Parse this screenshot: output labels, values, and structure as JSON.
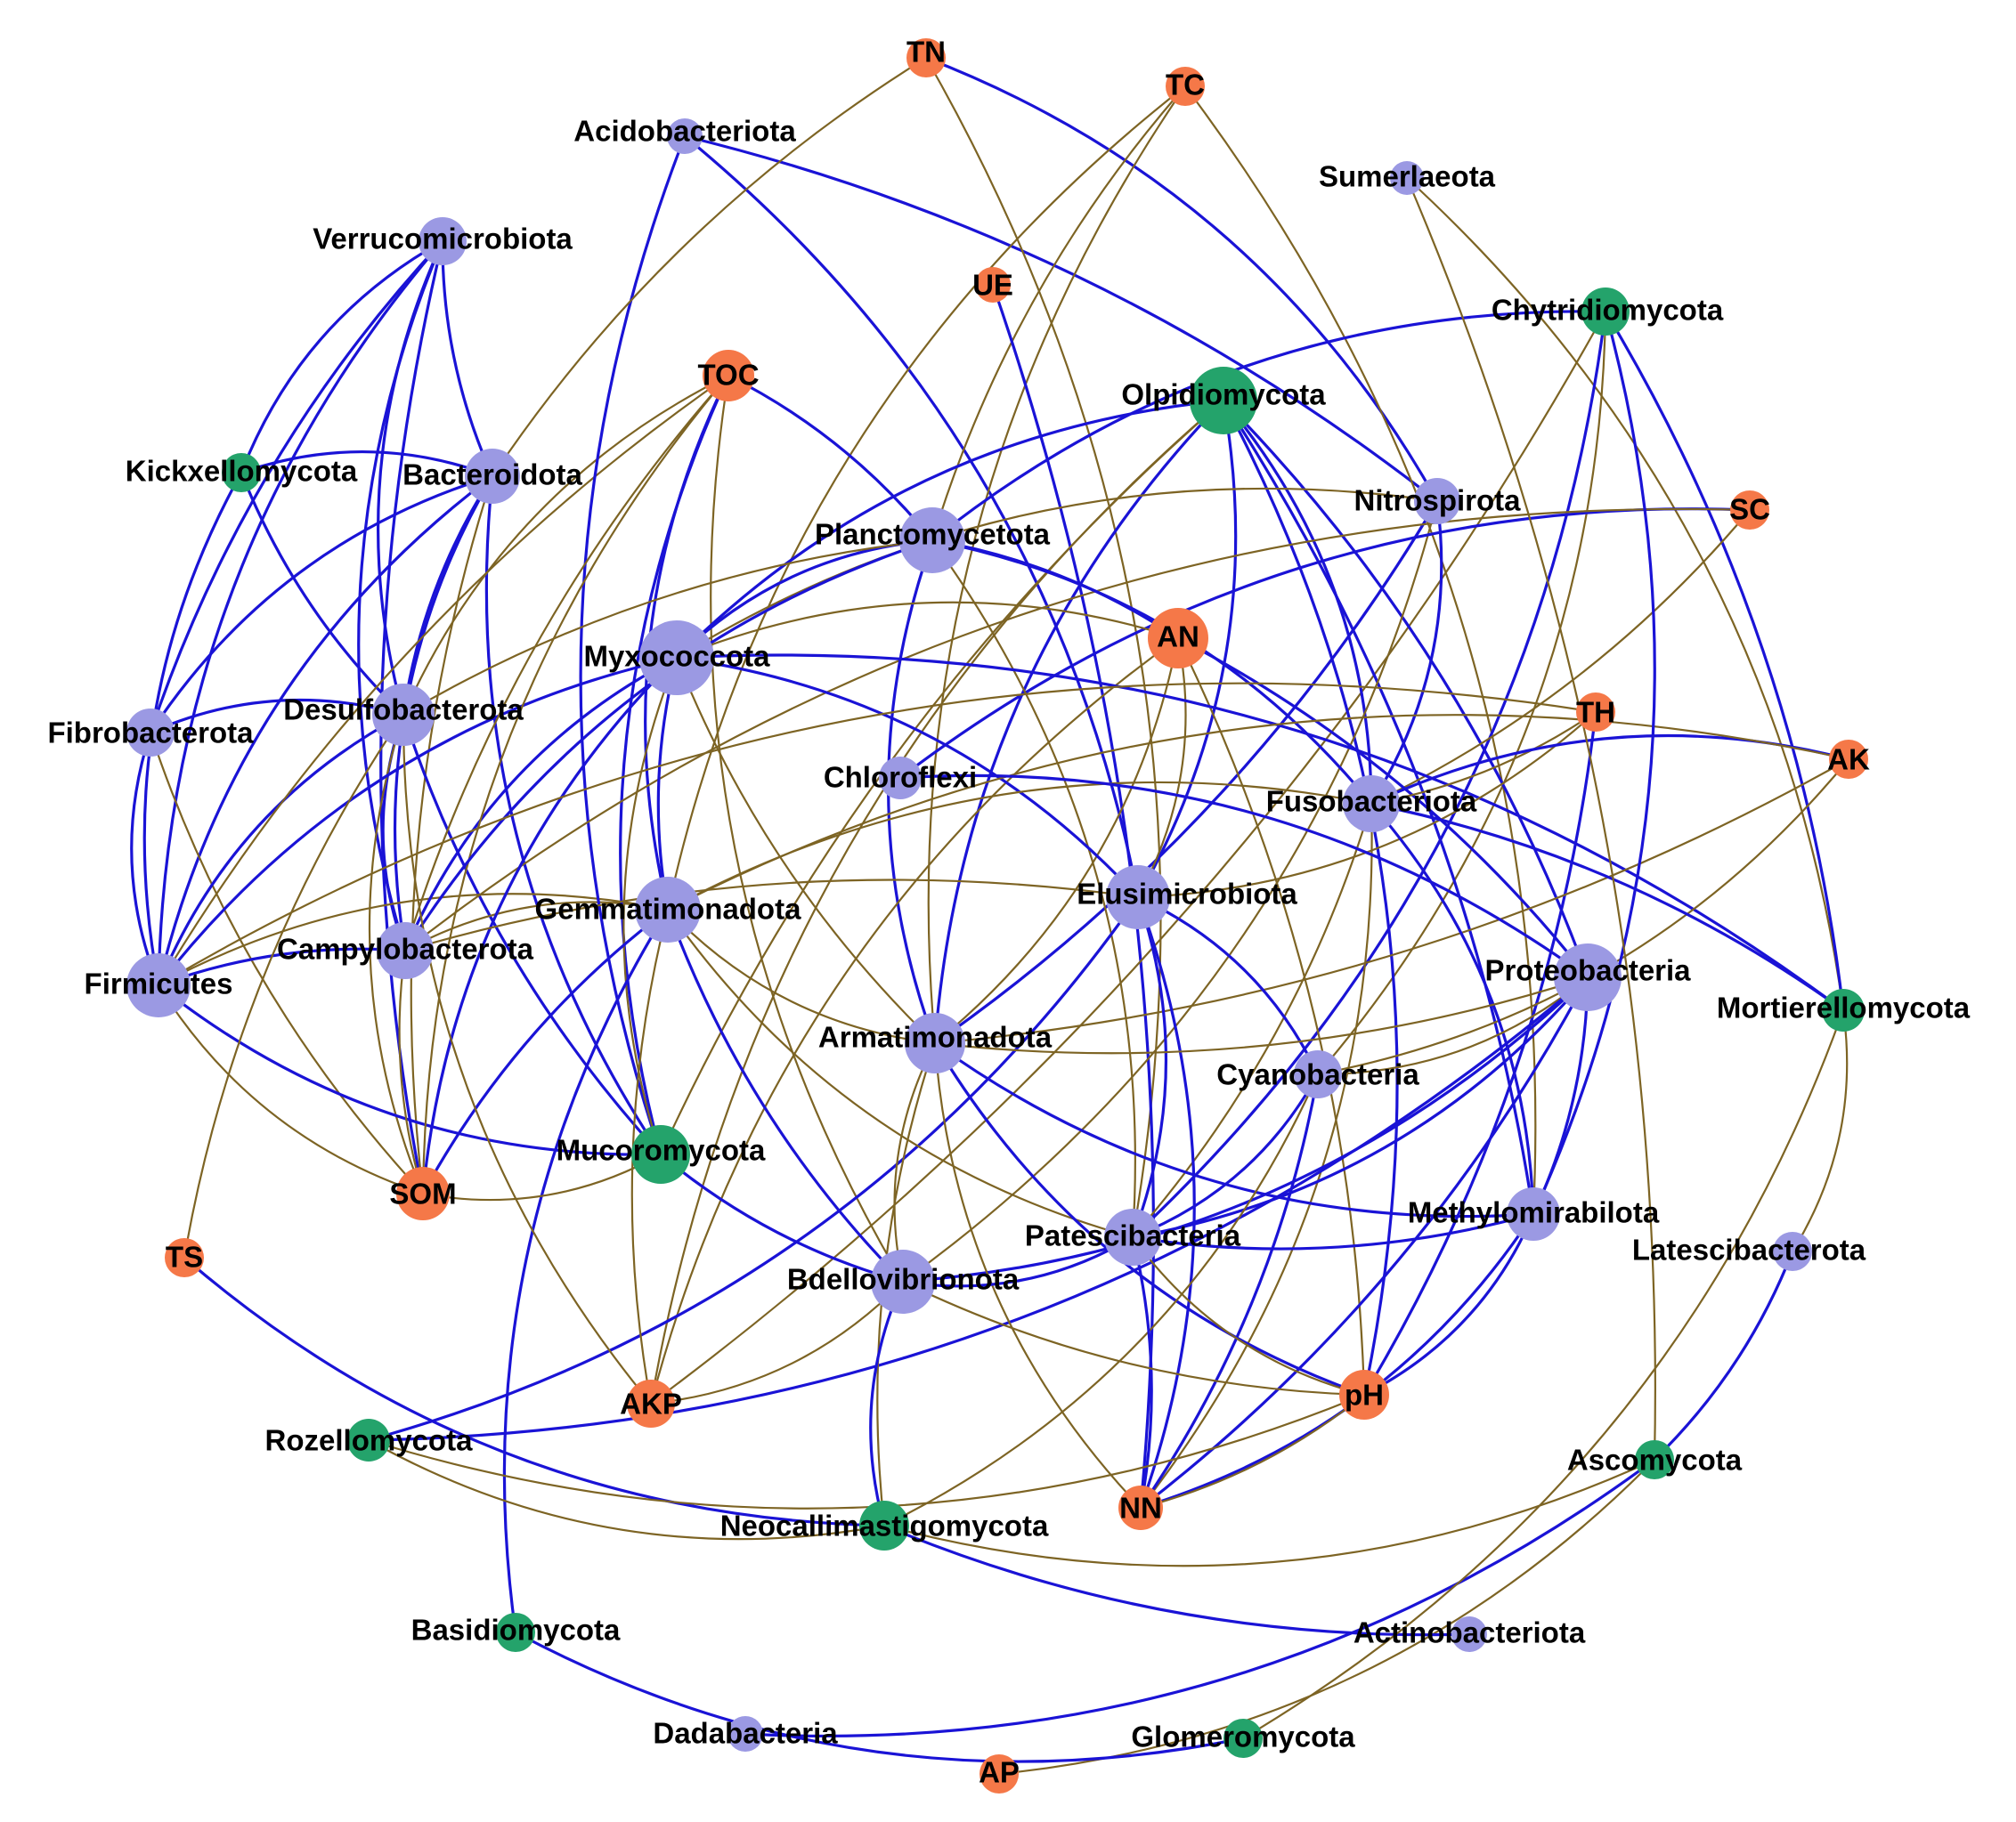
{
  "colors": {
    "bacteria": "#9b99e3",
    "fungi": "#24a36b",
    "environment": "#f57848",
    "edge_blue": "#1a13d6",
    "edge_brown": "#7d6424"
  },
  "nodes": [
    {
      "id": "TN",
      "label": "TN",
      "group": "environment"
    },
    {
      "id": "TC",
      "label": "TC",
      "group": "environment"
    },
    {
      "id": "Acidobacteriota",
      "label": "Acidobacteriota",
      "group": "bacteria"
    },
    {
      "id": "Sumerlaeota",
      "label": "Sumerlaeota",
      "group": "bacteria"
    },
    {
      "id": "Verrucomicrobiota",
      "label": "Verrucomicrobiota",
      "group": "bacteria"
    },
    {
      "id": "UE",
      "label": "UE",
      "group": "environment"
    },
    {
      "id": "Chytridiomycota",
      "label": "Chytridiomycota",
      "group": "fungi"
    },
    {
      "id": "TOC",
      "label": "TOC",
      "group": "environment"
    },
    {
      "id": "Olpidiomycota",
      "label": "Olpidiomycota",
      "group": "fungi"
    },
    {
      "id": "Kickxellomycota",
      "label": "Kickxellomycota",
      "group": "fungi"
    },
    {
      "id": "Bacteroidota",
      "label": "Bacteroidota",
      "group": "bacteria"
    },
    {
      "id": "Nitrospirota",
      "label": "Nitrospirota",
      "group": "bacteria"
    },
    {
      "id": "SC",
      "label": "SC",
      "group": "environment"
    },
    {
      "id": "Planctomycetota",
      "label": "Planctomycetota",
      "group": "bacteria"
    },
    {
      "id": "AN",
      "label": "AN",
      "group": "environment"
    },
    {
      "id": "Myxococcota",
      "label": "Myxococcota",
      "group": "bacteria"
    },
    {
      "id": "Desulfobacterota",
      "label": "Desulfobacterota",
      "group": "bacteria"
    },
    {
      "id": "TH",
      "label": "TH",
      "group": "environment"
    },
    {
      "id": "Fibrobacterota",
      "label": "Fibrobacterota",
      "group": "bacteria"
    },
    {
      "id": "AK",
      "label": "AK",
      "group": "environment"
    },
    {
      "id": "Chloroflexi",
      "label": "Chloroflexi",
      "group": "bacteria"
    },
    {
      "id": "Fusobacteriota",
      "label": "Fusobacteriota",
      "group": "bacteria"
    },
    {
      "id": "Elusimicrobiota",
      "label": "Elusimicrobiota",
      "group": "bacteria"
    },
    {
      "id": "Gemmatimonadota",
      "label": "Gemmatimonadota",
      "group": "bacteria"
    },
    {
      "id": "Campylobacterota",
      "label": "Campylobacterota",
      "group": "bacteria"
    },
    {
      "id": "Proteobacteria",
      "label": "Proteobacteria",
      "group": "bacteria"
    },
    {
      "id": "Firmicutes",
      "label": "Firmicutes",
      "group": "bacteria"
    },
    {
      "id": "Mortierellomycota",
      "label": "Mortierellomycota",
      "group": "fungi"
    },
    {
      "id": "Armatimonadota",
      "label": "Armatimonadota",
      "group": "bacteria"
    },
    {
      "id": "Cyanobacteria",
      "label": "Cyanobacteria",
      "group": "bacteria"
    },
    {
      "id": "Mucoromycota",
      "label": "Mucoromycota",
      "group": "fungi"
    },
    {
      "id": "SOM",
      "label": "SOM",
      "group": "environment"
    },
    {
      "id": "Methylomirabilota",
      "label": "Methylomirabilota",
      "group": "bacteria"
    },
    {
      "id": "Patescibacteria",
      "label": "Patescibacteria",
      "group": "bacteria"
    },
    {
      "id": "TS",
      "label": "TS",
      "group": "environment"
    },
    {
      "id": "Latescibacterota",
      "label": "Latescibacterota",
      "group": "bacteria"
    },
    {
      "id": "Bdellovibrionota",
      "label": "Bdellovibrionota",
      "group": "bacteria"
    },
    {
      "id": "pH",
      "label": "pH",
      "group": "environment"
    },
    {
      "id": "AKP",
      "label": "AKP",
      "group": "environment"
    },
    {
      "id": "Rozellomycota",
      "label": "Rozellomycota",
      "group": "fungi"
    },
    {
      "id": "Ascomycota",
      "label": "Ascomycota",
      "group": "fungi"
    },
    {
      "id": "NN",
      "label": "NN",
      "group": "environment"
    },
    {
      "id": "Neocallimastigomycota",
      "label": "Neocallimastigomycota",
      "group": "fungi"
    },
    {
      "id": "Basidiomycota",
      "label": "Basidiomycota",
      "group": "fungi"
    },
    {
      "id": "Actinobacteriota",
      "label": "Actinobacteriota",
      "group": "bacteria"
    },
    {
      "id": "Dadabacteria",
      "label": "Dadabacteria",
      "group": "bacteria"
    },
    {
      "id": "Glomeromycota",
      "label": "Glomeromycota",
      "group": "fungi"
    },
    {
      "id": "AP",
      "label": "AP",
      "group": "environment"
    }
  ],
  "edges": [
    [
      "Verrucomicrobiota",
      "Bacteroidota",
      "positive"
    ],
    [
      "Verrucomicrobiota",
      "Desulfobacterota",
      "positive"
    ],
    [
      "Verrucomicrobiota",
      "Kickxellomycota",
      "positive"
    ],
    [
      "Verrucomicrobiota",
      "Fibrobacterota",
      "positive"
    ],
    [
      "Verrucomicrobiota",
      "Firmicutes",
      "positive"
    ],
    [
      "Verrucomicrobiota",
      "Campylobacterota",
      "positive"
    ],
    [
      "Verrucomicrobiota",
      "SOM",
      "positive"
    ],
    [
      "Kickxellomycota",
      "Bacteroidota",
      "positive"
    ],
    [
      "Kickxellomycota",
      "Firmicutes",
      "positive"
    ],
    [
      "Kickxellomycota",
      "Desulfobacterota",
      "positive"
    ],
    [
      "Bacteroidota",
      "Firmicutes",
      "positive"
    ],
    [
      "Bacteroidota",
      "Fibrobacterota",
      "positive"
    ],
    [
      "Bacteroidota",
      "Desulfobacterota",
      "positive"
    ],
    [
      "Bacteroidota",
      "Campylobacterota",
      "positive"
    ],
    [
      "Bacteroidota",
      "Mucoromycota",
      "positive"
    ],
    [
      "Bacteroidota",
      "SOM",
      "negative"
    ],
    [
      "Fibrobacterota",
      "Desulfobacterota",
      "positive"
    ],
    [
      "Fibrobacterota",
      "Firmicutes",
      "positive"
    ],
    [
      "Fibrobacterota",
      "SOM",
      "negative"
    ],
    [
      "Desulfobacterota",
      "Firmicutes",
      "positive"
    ],
    [
      "Desulfobacterota",
      "Campylobacterota",
      "positive"
    ],
    [
      "Desulfobacterota",
      "Mucoromycota",
      "positive"
    ],
    [
      "Desulfobacterota",
      "SOM",
      "negative"
    ],
    [
      "Desulfobacterota",
      "TOC",
      "negative"
    ],
    [
      "Firmicutes",
      "Campylobacterota",
      "positive"
    ],
    [
      "Firmicutes",
      "Mucoromycota",
      "positive"
    ],
    [
      "Firmicutes",
      "SOM",
      "negative"
    ],
    [
      "Firmicutes",
      "TOC",
      "negative"
    ],
    [
      "Firmicutes",
      "Myxococcota",
      "positive"
    ],
    [
      "Firmicutes",
      "Gemmatimonadota",
      "negative"
    ],
    [
      "Campylobacterota",
      "SOM",
      "negative"
    ],
    [
      "Campylobacterota",
      "Myxococcota",
      "positive"
    ],
    [
      "Campylobacterota",
      "Gemmatimonadota",
      "negative"
    ],
    [
      "TS",
      "Desulfobacterota",
      "negative"
    ],
    [
      "TS",
      "Neocallimastigomycota",
      "positive"
    ],
    [
      "Acidobacteriota",
      "Mucoromycota",
      "positive"
    ],
    [
      "Acidobacteriota",
      "Nitrospirota",
      "positive"
    ],
    [
      "Acidobacteriota",
      "Elusimicrobiota",
      "positive"
    ],
    [
      "TN",
      "Nitrospirota",
      "positive"
    ],
    [
      "TN",
      "Bacteroidota",
      "negative"
    ],
    [
      "TN",
      "Patescibacteria",
      "negative"
    ],
    [
      "TC",
      "Armatimonadota",
      "negative"
    ],
    [
      "TC",
      "Planctomycetota",
      "negative"
    ],
    [
      "TC",
      "Gemmatimonadota",
      "negative"
    ],
    [
      "TC",
      "Methylomirabilota",
      "negative"
    ],
    [
      "TOC",
      "Planctomycetota",
      "positive"
    ],
    [
      "TOC",
      "Mucoromycota",
      "positive"
    ],
    [
      "TOC",
      "Gemmatimonadota",
      "positive"
    ],
    [
      "TOC",
      "Campylobacterota",
      "negative"
    ],
    [
      "TOC",
      "SOM",
      "negative"
    ],
    [
      "TOC",
      "Bdellovibrionota",
      "negative"
    ],
    [
      "UE",
      "NN",
      "positive"
    ],
    [
      "Sumerlaeota",
      "Mortierellomycota",
      "negative"
    ],
    [
      "Chytridiomycota",
      "Planctomycetota",
      "positive"
    ],
    [
      "Chytridiomycota",
      "Mortierellomycota",
      "positive"
    ],
    [
      "Chytridiomycota",
      "Patescibacteria",
      "positive"
    ],
    [
      "Chytridiomycota",
      "Cyanobacteria",
      "negative"
    ],
    [
      "Chytridiomycota",
      "AKP",
      "negative"
    ],
    [
      "Olpidiomycota",
      "Myxococcota",
      "positive"
    ],
    [
      "Olpidiomycota",
      "Fusobacteriota",
      "positive"
    ],
    [
      "Olpidiomycota",
      "Proteobacteria",
      "positive"
    ],
    [
      "Olpidiomycota",
      "Armatimonadota",
      "positive"
    ],
    [
      "Olpidiomycota",
      "Elusimicrobiota",
      "positive"
    ],
    [
      "Olpidiomycota",
      "Methylomirabilota",
      "positive"
    ],
    [
      "Olpidiomycota",
      "pH",
      "positive"
    ],
    [
      "Olpidiomycota",
      "AKP",
      "negative"
    ],
    [
      "Olpidiomycota",
      "Mucoromycota",
      "negative"
    ],
    [
      "Nitrospirota",
      "Myxococcota",
      "negative"
    ],
    [
      "Nitrospirota",
      "Fusobacteriota",
      "positive"
    ],
    [
      "Nitrospirota",
      "Armatimonadota",
      "positive"
    ],
    [
      "Nitrospirota",
      "Bdellovibrionota",
      "negative"
    ],
    [
      "SC",
      "Chloroflexi",
      "positive"
    ],
    [
      "SC",
      "Fusobacteriota",
      "negative"
    ],
    [
      "SC",
      "Campylobacterota",
      "negative"
    ],
    [
      "Planctomycetota",
      "Myxococcota",
      "positive"
    ],
    [
      "Planctomycetota",
      "AN",
      "positive"
    ],
    [
      "Planctomycetota",
      "Armatimonadota",
      "positive"
    ],
    [
      "Planctomycetota",
      "Campylobacterota",
      "positive"
    ],
    [
      "Planctomycetota",
      "Desulfobacterota",
      "negative"
    ],
    [
      "Planctomycetota",
      "Patescibacteria",
      "negative"
    ],
    [
      "Planctomycetota",
      "Fusobacteriota",
      "positive"
    ],
    [
      "AN",
      "Proteobacteria",
      "positive"
    ],
    [
      "AN",
      "Elusimicrobiota",
      "negative"
    ],
    [
      "AN",
      "Myxococcota",
      "negative"
    ],
    [
      "AN",
      "pH",
      "negative"
    ],
    [
      "AN",
      "Armatimonadota",
      "negative"
    ],
    [
      "AN",
      "AKP",
      "negative"
    ],
    [
      "Myxococcota",
      "Gemmatimonadota",
      "positive"
    ],
    [
      "Myxococcota",
      "Elusimicrobiota",
      "positive"
    ],
    [
      "Myxococcota",
      "Mortierellomycota",
      "positive"
    ],
    [
      "Myxococcota",
      "Armatimonadota",
      "negative"
    ],
    [
      "Myxococcota",
      "SOM",
      "positive"
    ],
    [
      "Myxococcota",
      "Mucoromycota",
      "negative"
    ],
    [
      "TH",
      "Fusobacteriota",
      "negative"
    ],
    [
      "TH",
      "Firmicutes",
      "negative"
    ],
    [
      "TH",
      "Elusimicrobiota",
      "negative"
    ],
    [
      "TH",
      "pH",
      "positive"
    ],
    [
      "AK",
      "Fusobacteriota",
      "positive"
    ],
    [
      "AK",
      "Gemmatimonadota",
      "negative"
    ],
    [
      "AK",
      "Armatimonadota",
      "negative"
    ],
    [
      "AK",
      "Cyanobacteria",
      "negative"
    ],
    [
      "Fusobacteriota",
      "Methylomirabilota",
      "positive"
    ],
    [
      "Fusobacteriota",
      "Mortierellomycota",
      "positive"
    ],
    [
      "Fusobacteriota",
      "Gemmatimonadota",
      "negative"
    ],
    [
      "Fusobacteriota",
      "NN",
      "negative"
    ],
    [
      "Fusobacteriota",
      "Patescibacteria",
      "negative"
    ],
    [
      "Elusimicrobiota",
      "Patescibacteria",
      "positive"
    ],
    [
      "Elusimicrobiota",
      "Cyanobacteria",
      "positive"
    ],
    [
      "Elusimicrobiota",
      "Campylobacterota",
      "negative"
    ],
    [
      "Elusimicrobiota",
      "Rozellomycota",
      "positive"
    ],
    [
      "Elusimicrobiota",
      "NN",
      "positive"
    ],
    [
      "Gemmatimonadota",
      "Bdellovibrionota",
      "positive"
    ],
    [
      "Gemmatimonadota",
      "Armatimonadota",
      "negative"
    ],
    [
      "Gemmatimonadota",
      "Patescibacteria",
      "negative"
    ],
    [
      "Gemmatimonadota",
      "SOM",
      "positive"
    ],
    [
      "Gemmatimonadota",
      "Basidiomycota",
      "positive"
    ],
    [
      "Proteobacteria",
      "Patescibacteria",
      "positive"
    ],
    [
      "Proteobacteria",
      "Methylomirabilota",
      "positive"
    ],
    [
      "Proteobacteria",
      "Bdellovibrionota",
      "positive"
    ],
    [
      "Proteobacteria",
      "Cyanobacteria",
      "negative"
    ],
    [
      "Proteobacteria",
      "Armatimonadota",
      "negative"
    ],
    [
      "Proteobacteria",
      "Chloroflexi",
      "positive"
    ],
    [
      "Proteobacteria",
      "Rozellomycota",
      "positive"
    ],
    [
      "Proteobacteria",
      "NN",
      "positive"
    ],
    [
      "Armatimonadota",
      "pH",
      "positive"
    ],
    [
      "Armatimonadota",
      "Methylomirabilota",
      "positive"
    ],
    [
      "Armatimonadota",
      "Neocallimastigomycota",
      "negative"
    ],
    [
      "Armatimonadota",
      "Bdellovibrionota",
      "negative"
    ],
    [
      "Armatimonadota",
      "NN",
      "negative"
    ],
    [
      "Cyanobacteria",
      "NN",
      "positive"
    ],
    [
      "Cyanobacteria",
      "Patescibacteria",
      "positive"
    ],
    [
      "Cyanobacteria",
      "Neocallimastigomycota",
      "negative"
    ],
    [
      "Mucoromycota",
      "Bdellovibrionota",
      "positive"
    ],
    [
      "Mucoromycota",
      "SOM",
      "negative"
    ],
    [
      "Methylomirabilota",
      "pH",
      "positive"
    ],
    [
      "Methylomirabilota",
      "Patescibacteria",
      "positive"
    ],
    [
      "Methylomirabilota",
      "NN",
      "positive"
    ],
    [
      "Methylomirabilota",
      "Chytridiomycota",
      "positive"
    ],
    [
      "Patescibacteria",
      "NN",
      "positive"
    ],
    [
      "Patescibacteria",
      "pH",
      "negative"
    ],
    [
      "Patescibacteria",
      "Bdellovibrionota",
      "positive"
    ],
    [
      "Latescibacterota",
      "Ascomycota",
      "positive"
    ],
    [
      "Latescibacterota",
      "Mortierellomycota",
      "negative"
    ],
    [
      "Bdellovibrionota",
      "Neocallimastigomycota",
      "positive"
    ],
    [
      "Bdellovibrionota",
      "pH",
      "negative"
    ],
    [
      "Bdellovibrionota",
      "AKP",
      "negative"
    ],
    [
      "pH",
      "Rozellomycota",
      "negative"
    ],
    [
      "pH",
      "NN",
      "negative"
    ],
    [
      "Rozellomycota",
      "Neocallimastigomycota",
      "negative"
    ],
    [
      "Ascomycota",
      "Neocallimastigomycota",
      "negative"
    ],
    [
      "Ascomycota",
      "Sumerlaeota",
      "negative"
    ],
    [
      "Ascomycota",
      "AP",
      "negative"
    ],
    [
      "Ascomycota",
      "Dadabacteria",
      "positive"
    ],
    [
      "Neocallimastigomycota",
      "Actinobacteriota",
      "positive"
    ],
    [
      "Basidiomycota",
      "Glomeromycota",
      "positive"
    ],
    [
      "Mortierellomycota",
      "Glomeromycota",
      "negative"
    ],
    [
      "AKP",
      "Gemmatimonadota",
      "negative"
    ],
    [
      "AKP",
      "Desulfobacterota",
      "negative"
    ]
  ]
}
